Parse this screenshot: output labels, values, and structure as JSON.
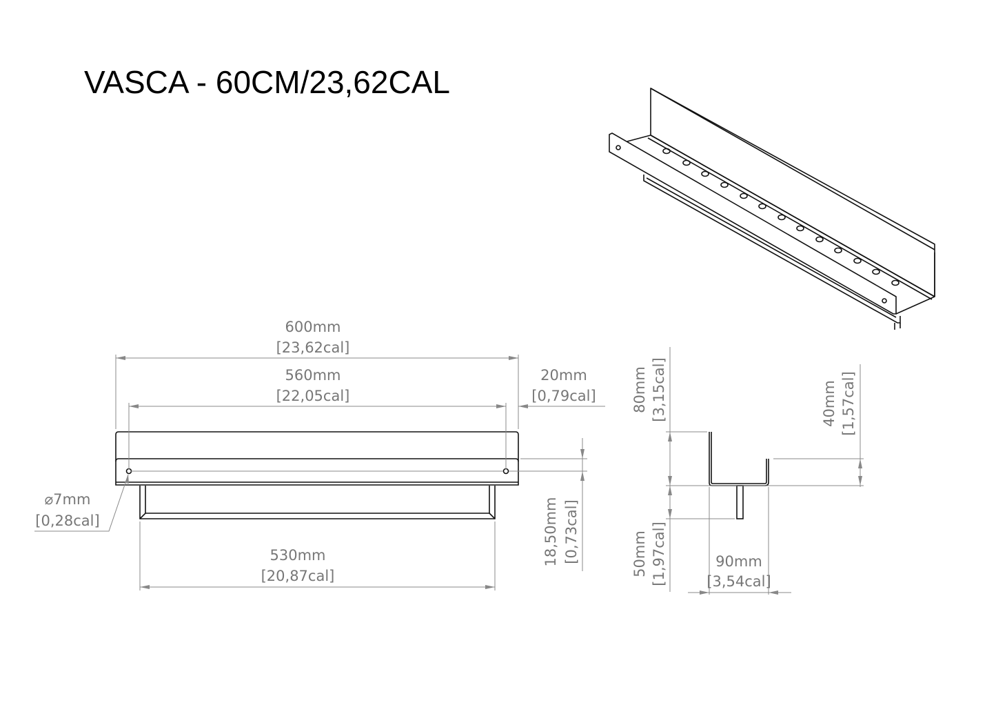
{
  "title": "VASCA - 60CM/23,62CAL",
  "front_view": {
    "overall_width": {
      "mm": "600mm",
      "cal": "[23,62cal]"
    },
    "hole_spacing": {
      "mm": "560mm",
      "cal": "[22,05cal]"
    },
    "hole_offset": {
      "mm": "20mm",
      "cal": "[0,79cal]"
    },
    "hole_diameter": {
      "mm": "⌀7mm",
      "cal": "[0,28cal]"
    },
    "hole_height": {
      "mm": "18,50mm",
      "cal": "[0,73cal]"
    },
    "bar_width": {
      "mm": "530mm",
      "cal": "[20,87cal]"
    }
  },
  "side_view": {
    "back_height": {
      "mm": "80mm",
      "cal": "[3,15cal]"
    },
    "front_height": {
      "mm": "40mm",
      "cal": "[1,57cal]"
    },
    "bar_depth": {
      "mm": "50mm",
      "cal": "[1,97cal]"
    },
    "depth": {
      "mm": "90mm",
      "cal": "[3,54cal]"
    }
  },
  "colors": {
    "outline": "#111111",
    "dimension": "#777777"
  }
}
